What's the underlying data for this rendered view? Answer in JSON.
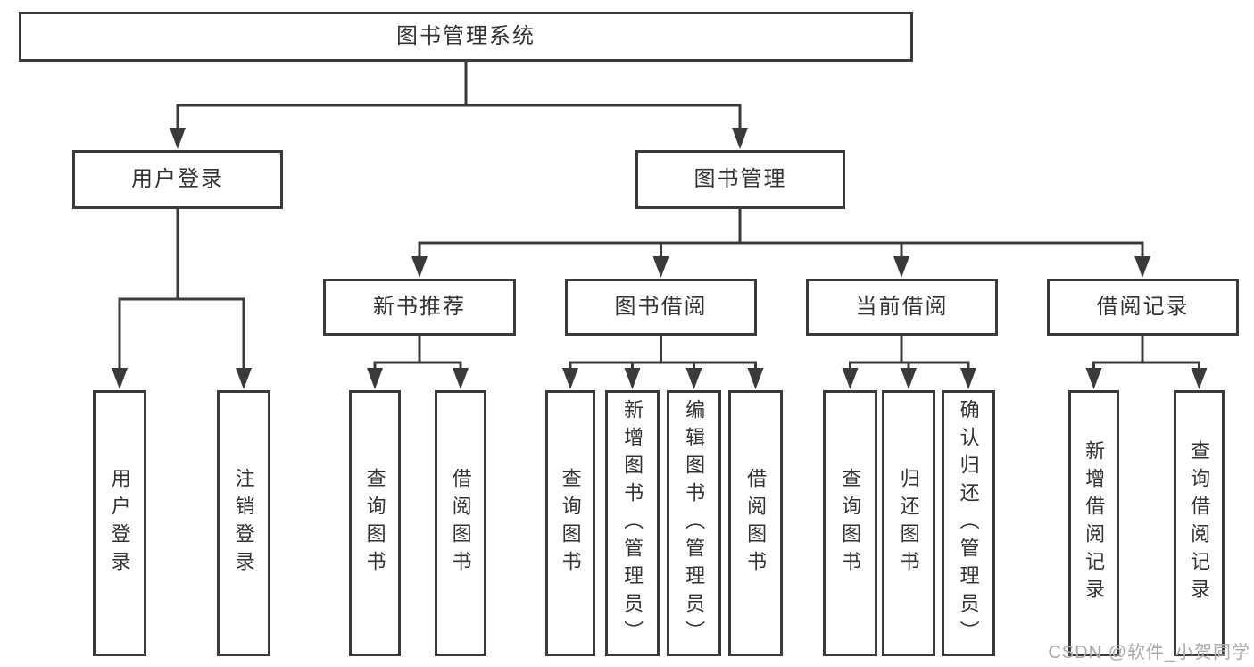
{
  "diagram": {
    "title": "图书管理系统",
    "root": {
      "label": "图书管理系统"
    },
    "branches": [
      {
        "label": "用户登录",
        "children": [
          {
            "label": "用户登录"
          },
          {
            "label": "注销登录"
          }
        ]
      },
      {
        "label": "图书管理",
        "sections": [
          {
            "label": "新书推荐",
            "children": [
              {
                "label": "查询图书"
              },
              {
                "label": "借阅图书"
              }
            ]
          },
          {
            "label": "图书借阅",
            "children": [
              {
                "label": "查询图书"
              },
              {
                "label": "新增图书（管理员）"
              },
              {
                "label": "编辑图书（管理员）"
              },
              {
                "label": "借阅图书"
              }
            ]
          },
          {
            "label": "当前借阅",
            "children": [
              {
                "label": "查询图书"
              },
              {
                "label": "归还图书"
              },
              {
                "label": "确认归还（管理员）"
              }
            ]
          },
          {
            "label": "借阅记录",
            "children": [
              {
                "label": "新增借阅记录"
              },
              {
                "label": "查询借阅记录"
              }
            ]
          }
        ]
      }
    ]
  },
  "watermark": {
    "text": "CSDN @软件_小贺同学"
  },
  "colors": {
    "line": "#3a3a3a",
    "text": "#333333",
    "canvas": "#ffffff",
    "watermark": "#aaaaaa"
  }
}
